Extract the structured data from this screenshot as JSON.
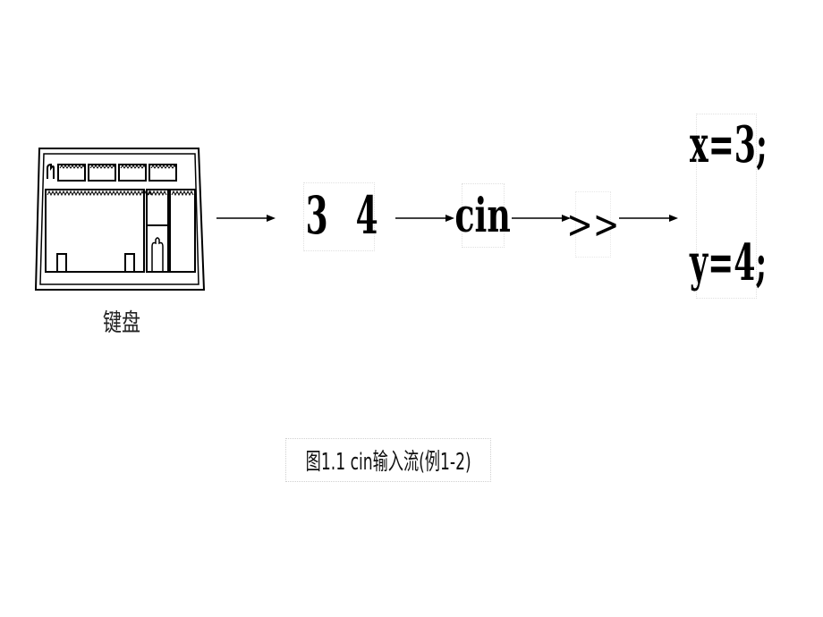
{
  "keyboard": {
    "caption": "键盘",
    "icon": "keyboard-icon"
  },
  "flow": {
    "input_digits": [
      "3",
      "4"
    ],
    "cin": "cin",
    "extract_operator": ">>",
    "assign_x": "x=3;",
    "assign_y": "y=4;"
  },
  "figure_caption": "图1.1 cin输入流(例1-2)"
}
